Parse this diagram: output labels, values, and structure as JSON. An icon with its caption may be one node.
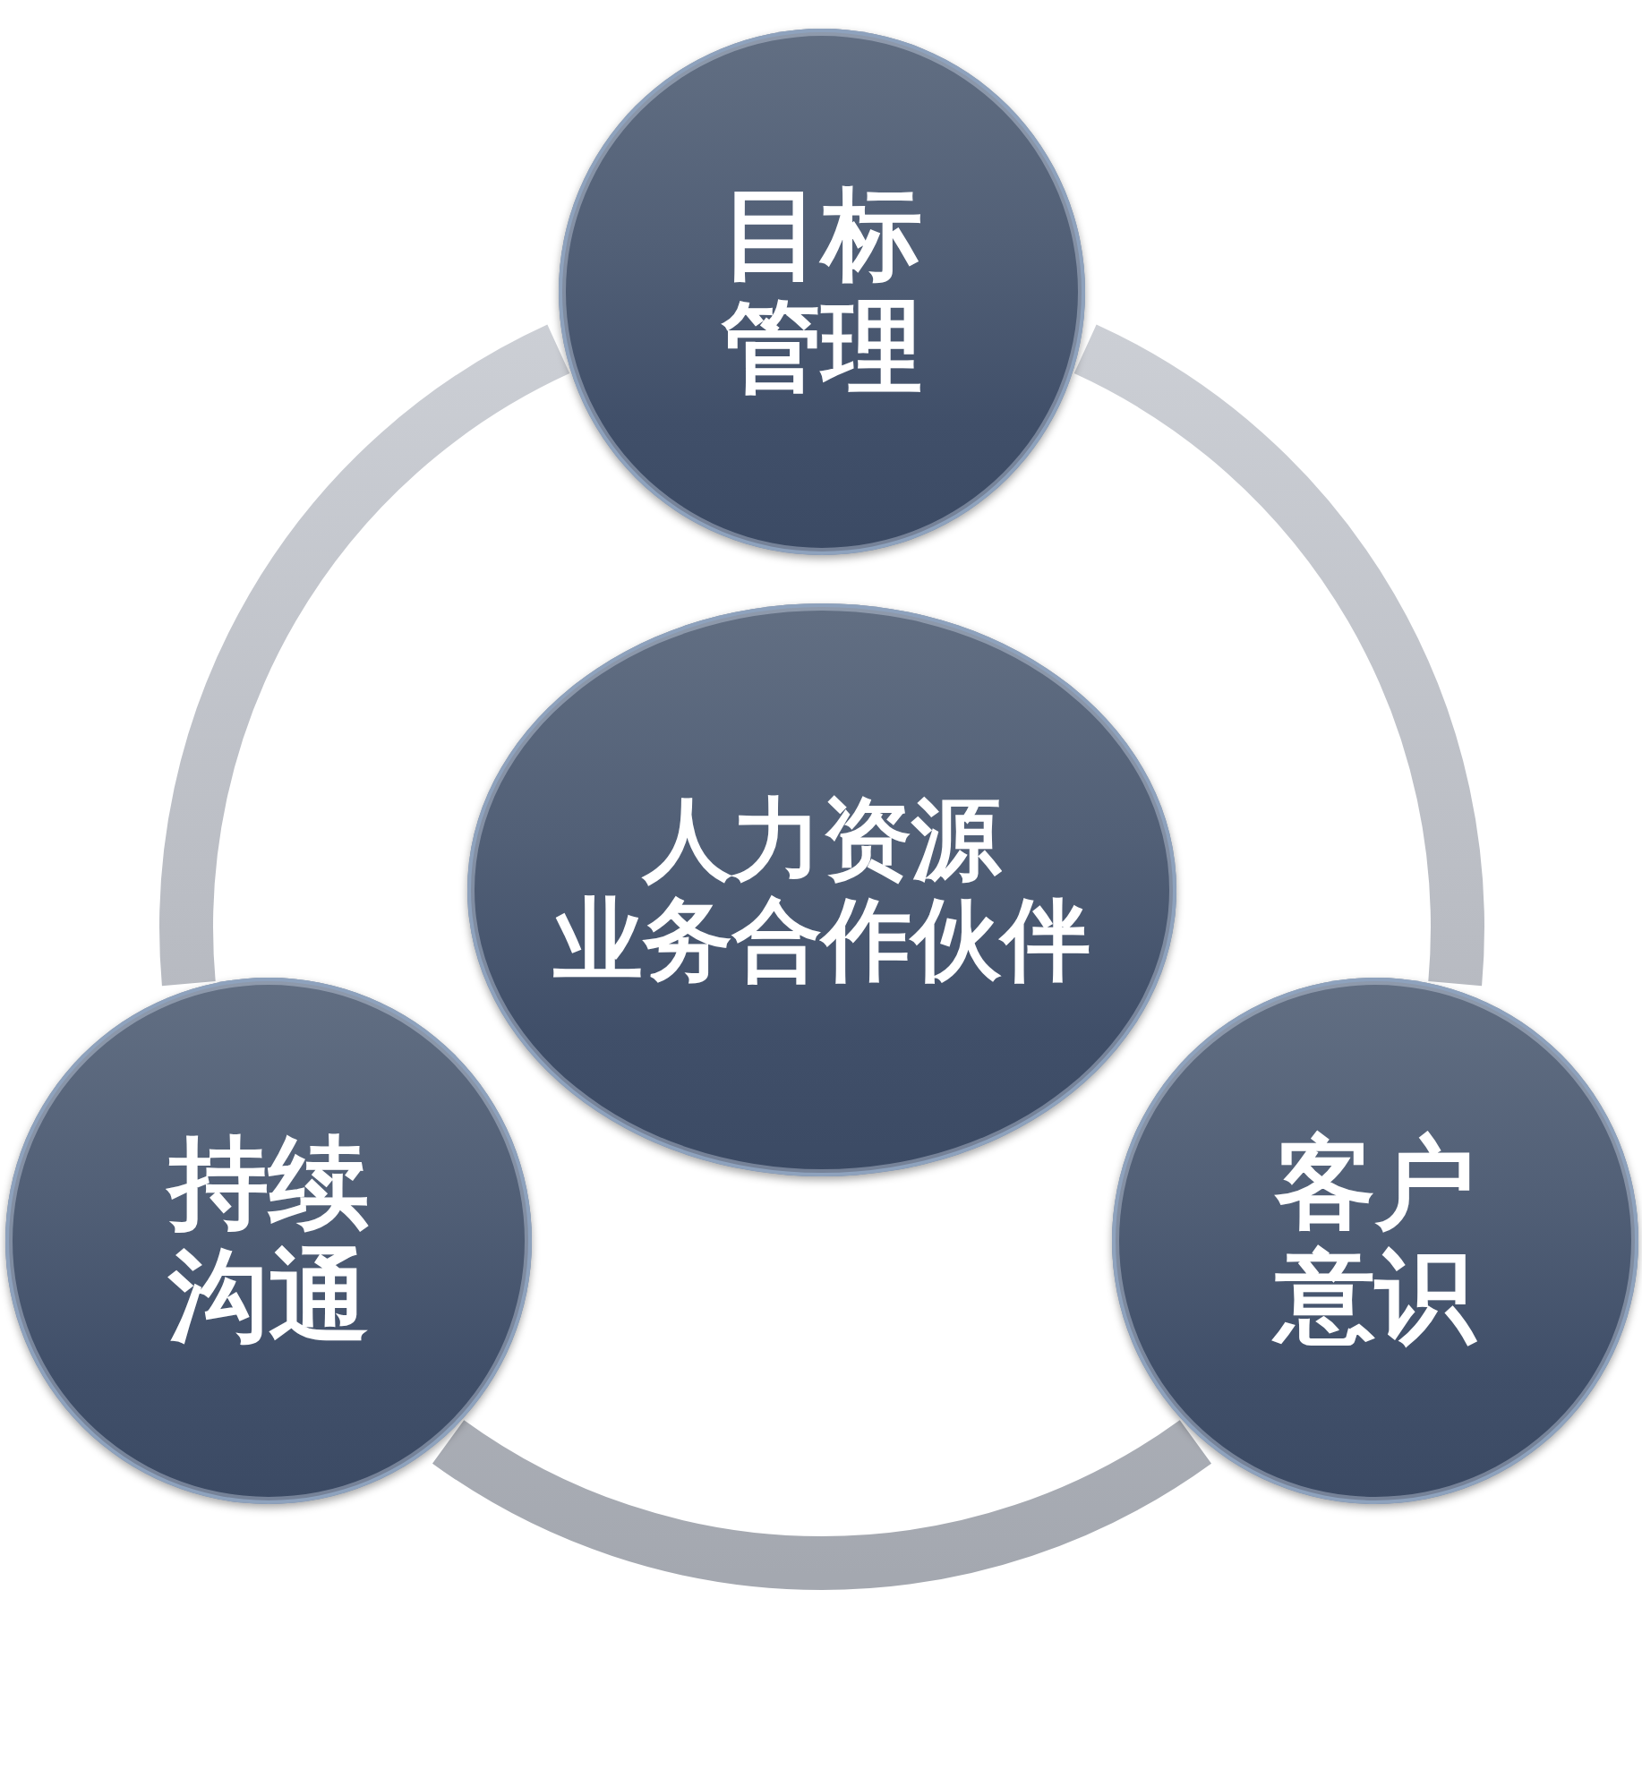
{
  "diagram": {
    "nodes": [
      {
        "text": [
          "目标管理"
        ]
      },
      {
        "text": [
          "人力资源业务合作伙伴"
        ]
      },
      {
        "text": [
          "持续沟通"
        ]
      },
      {
        "text": [
          "客户意识"
        ]
      }
    ],
    "edges": [
      {
        "from": 0,
        "to": 2,
        "arrow": "none"
      },
      {
        "from": 0,
        "to": 3,
        "arrow": "none"
      },
      {
        "from": 2,
        "to": 3,
        "arrow": "none"
      }
    ]
  }
}
